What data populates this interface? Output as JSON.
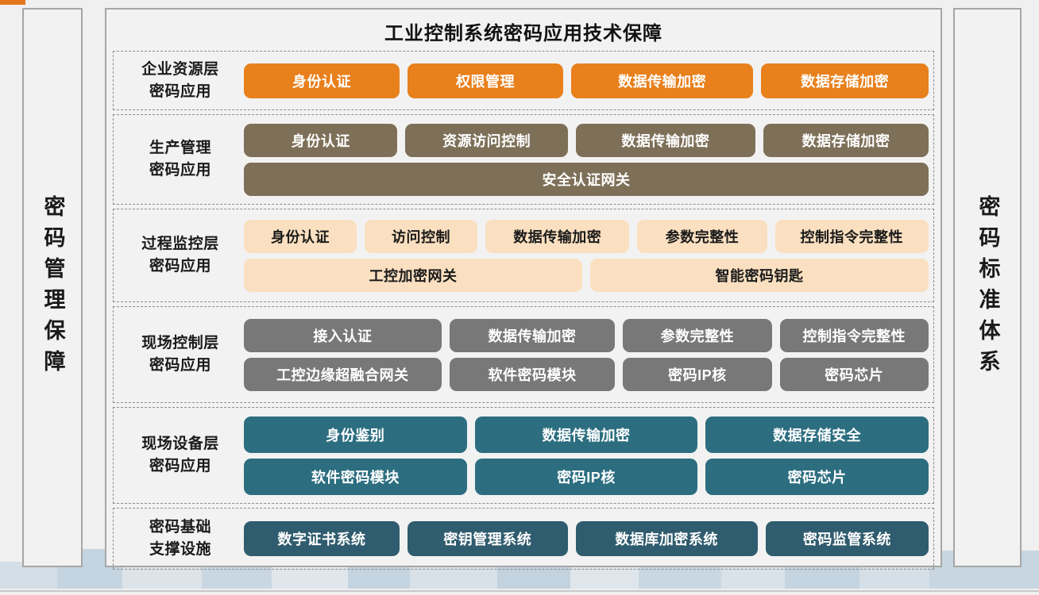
{
  "accent_color": "#E2761B",
  "palette": {
    "orange": "#E8801C",
    "taupe": "#7E7058",
    "peach": "#FAE0C0",
    "gray": "#787878",
    "teal": "#2C6E80",
    "teal_dark": "#2F5C6E",
    "panel_bg": "#F2F2F2",
    "panel_border": "#A6A6A6",
    "layer_border": "#8C8C8C",
    "band_blue": "#C6D5E0"
  },
  "left_panel": {
    "title": "密码管理保障"
  },
  "right_panel": {
    "title": "密码标准体系"
  },
  "center": {
    "title": "工业控制系统密码应用技术保障",
    "layers": [
      {
        "label_lines": [
          "企业资源层",
          "密码应用"
        ],
        "color": "#E8801C",
        "text_color": "#FFFFFF",
        "rows": [
          [
            {
              "label": "身份认证",
              "flex": 1
            },
            {
              "label": "权限管理",
              "flex": 1
            },
            {
              "label": "数据传输加密",
              "flex": 1.18
            },
            {
              "label": "数据存储加密",
              "flex": 1.08
            }
          ]
        ]
      },
      {
        "label_lines": [
          "生产管理",
          "密码应用"
        ],
        "color": "#7E7058",
        "text_color": "#FFFFFF",
        "rows": [
          [
            {
              "label": "身份认证",
              "flex": 1
            },
            {
              "label": "资源访问控制",
              "flex": 1.06
            },
            {
              "label": "数据传输加密",
              "flex": 1.18
            },
            {
              "label": "数据存储加密",
              "flex": 1.08
            }
          ],
          [
            {
              "label": "安全认证网关",
              "flex": 1
            }
          ]
        ]
      },
      {
        "label_lines": [
          "过程监控层",
          "密码应用"
        ],
        "color": "#FAE0C0",
        "text_color": "#1A1A1A",
        "rows": [
          [
            {
              "label": "身份认证",
              "flex": 0.86
            },
            {
              "label": "访问控制",
              "flex": 0.86
            },
            {
              "label": "数据传输加密",
              "flex": 1.12
            },
            {
              "label": "参数完整性",
              "flex": 1.0
            },
            {
              "label": "控制指令完整性",
              "flex": 1.2
            }
          ],
          [
            {
              "label": "工控加密网关",
              "flex": 1
            },
            {
              "label": "智能密码钥匙",
              "flex": 1
            }
          ]
        ]
      },
      {
        "label_lines": [
          "现场控制层",
          "密码应用"
        ],
        "color": "#787878",
        "text_color": "#FFFFFF",
        "rows": [
          [
            {
              "label": "接入认证",
              "flex": 1.35
            },
            {
              "label": "数据传输加密",
              "flex": 1.12
            },
            {
              "label": "参数完整性",
              "flex": 1.0
            },
            {
              "label": "控制指令完整性",
              "flex": 1.0
            }
          ],
          [
            {
              "label": "工控边缘超融合网关",
              "flex": 1.35
            },
            {
              "label": "软件密码模块",
              "flex": 1.12
            },
            {
              "label": "密码IP核",
              "flex": 1.0
            },
            {
              "label": "密码芯片",
              "flex": 1.0
            }
          ]
        ]
      },
      {
        "label_lines": [
          "现场设备层",
          "密码应用"
        ],
        "color": "#2C6E80",
        "text_color": "#FFFFFF",
        "rows": [
          [
            {
              "label": "身份鉴别",
              "flex": 1
            },
            {
              "label": "数据传输加密",
              "flex": 1
            },
            {
              "label": "数据存储安全",
              "flex": 1
            }
          ],
          [
            {
              "label": "软件密码模块",
              "flex": 1
            },
            {
              "label": "密码IP核",
              "flex": 1
            },
            {
              "label": "密码芯片",
              "flex": 1
            }
          ]
        ]
      },
      {
        "label_lines": [
          "密码基础",
          "支撑设施"
        ],
        "color": "#2F5C6E",
        "text_color": "#FFFFFF",
        "rows": [
          [
            {
              "label": "数字证书系统",
              "flex": 1
            },
            {
              "label": "密钥管理系统",
              "flex": 1.03
            },
            {
              "label": "数据库加密系统",
              "flex": 1.18
            },
            {
              "label": "密码监管系统",
              "flex": 1.05
            }
          ]
        ]
      }
    ]
  },
  "decoration": {
    "bottom_band_stripes": [
      {
        "w": 72,
        "h": 34,
        "c": "#D3DEE7"
      },
      {
        "w": 82,
        "h": 50,
        "c": "#C4D4E0"
      },
      {
        "w": 100,
        "h": 30,
        "c": "#DCE4EA"
      },
      {
        "w": 88,
        "h": 52,
        "c": "#C9D7E2"
      },
      {
        "w": 96,
        "h": 26,
        "c": "#E0E7EC"
      },
      {
        "w": 78,
        "h": 48,
        "c": "#C4D4E0"
      },
      {
        "w": 110,
        "h": 32,
        "c": "#D8E1E8"
      },
      {
        "w": 92,
        "h": 54,
        "c": "#C2D2DF"
      },
      {
        "w": 86,
        "h": 28,
        "c": "#DEE6EB"
      },
      {
        "w": 104,
        "h": 46,
        "c": "#C9D7E2"
      },
      {
        "w": 80,
        "h": 30,
        "c": "#D9E2E8"
      },
      {
        "w": 94,
        "h": 52,
        "c": "#C4D4E0"
      },
      {
        "w": 88,
        "h": 34,
        "c": "#D5DFE7"
      },
      {
        "w": 138,
        "h": 48,
        "c": "#C7D6E1"
      }
    ]
  }
}
